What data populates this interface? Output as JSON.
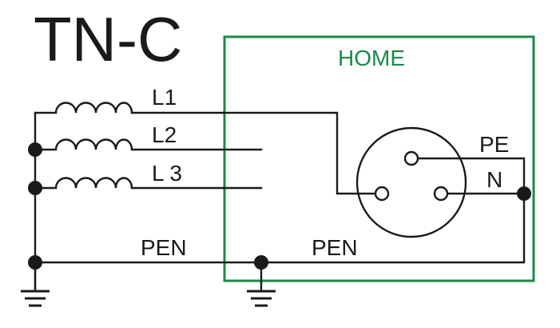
{
  "diagram": {
    "title": "TN-C",
    "home_label": "HOME",
    "line_labels": {
      "l1": "L1",
      "l2": "L2",
      "l3": "L 3"
    },
    "pen_label_left": "PEN",
    "pen_label_right": "PEN",
    "pe_label": "PE",
    "n_label": "N"
  },
  "colors": {
    "ink": "#1a1a1a",
    "home_box": "#1a8a4a",
    "background": "#ffffff"
  }
}
